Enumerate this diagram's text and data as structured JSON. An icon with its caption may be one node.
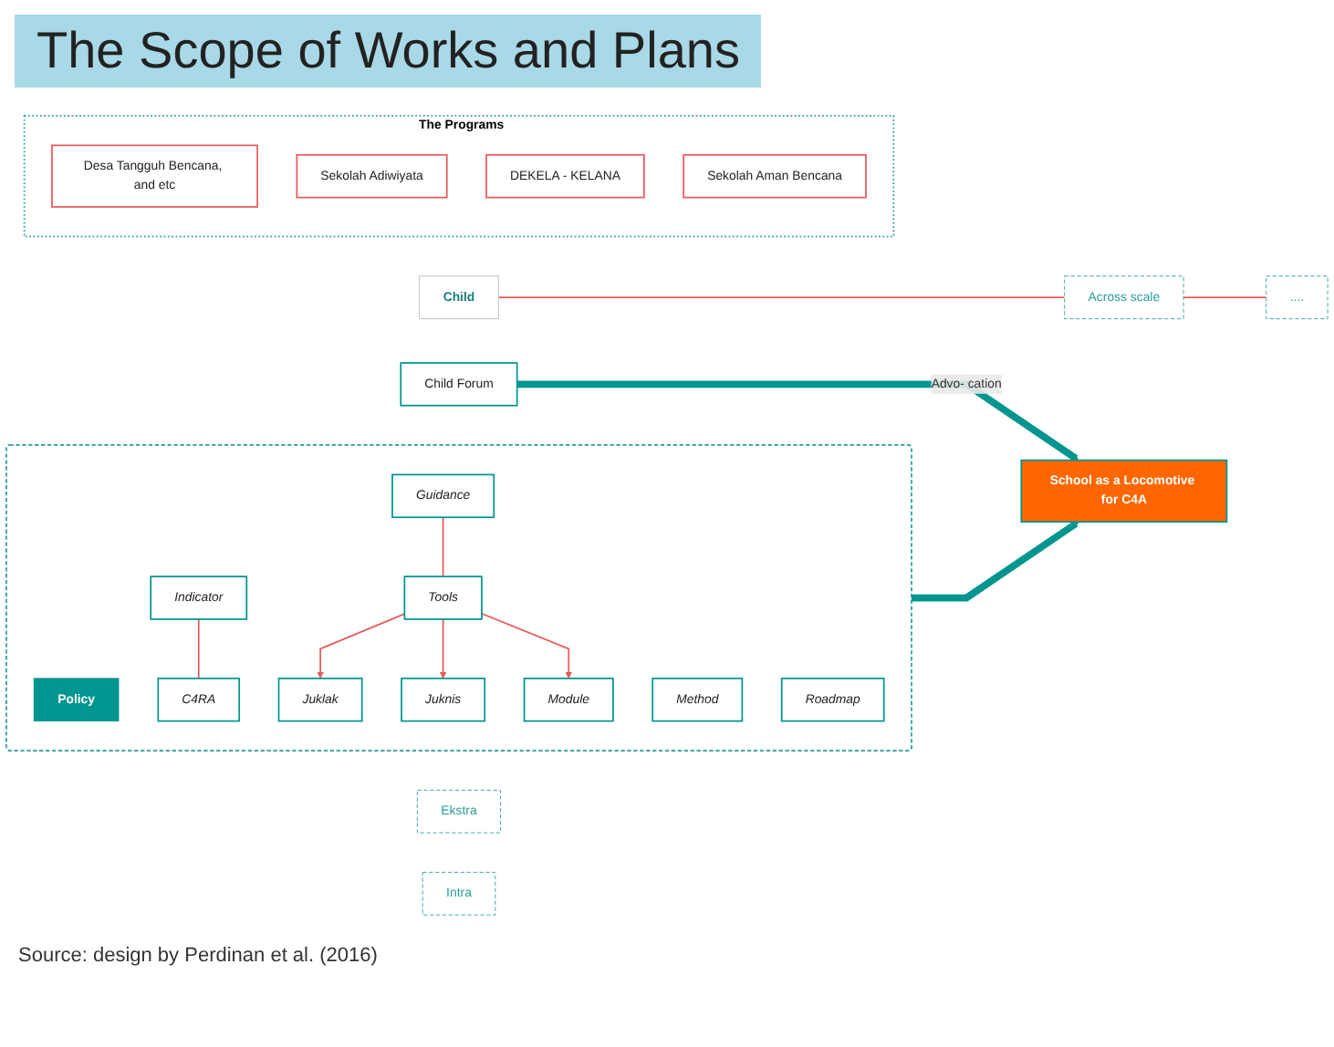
{
  "diagram": {
    "title": "The Scope of Works and Plans",
    "caption": "Source: design by Perdinan et al. (2016)",
    "nodes": [
      {
        "text": [],
        "shape": "box"
      },
      {
        "text": [
          "Child"
        ]
      },
      {
        "text": [
          "Across scale"
        ]
      },
      {
        "text": [
          "...."
        ]
      },
      {
        "text": [
          "Policy"
        ],
        "in": 0
      },
      {
        "text": [
          "Method"
        ],
        "in": 0
      },
      {
        "text": [
          "Indicator"
        ],
        "in": 0
      },
      {
        "text": [
          "C4RA"
        ],
        "in": 0
      },
      {
        "text": [
          "Guidance"
        ],
        "in": 0
      },
      {
        "text": [
          "Tools"
        ],
        "in": 0
      },
      {
        "text": [
          "Roadmap"
        ],
        "in": 0
      },
      {
        "text": [
          "Juklak"
        ],
        "in": 0
      },
      {
        "text": [
          "Juknis"
        ],
        "in": 0
      },
      {
        "text": [
          "Module"
        ],
        "in": 0
      },
      {
        "text": [
          "The Programs"
        ]
      },
      {
        "text": [
          "Desa Tangguh Bencana, and etc"
        ],
        "in": 14
      },
      {
        "text": [
          "Sekolah Adiwiyata"
        ],
        "in": 14
      },
      {
        "text": [
          "DEKELA - KELANA"
        ],
        "in": 14
      },
      {
        "text": [
          "Sekolah Aman Bencana"
        ],
        "in": 14
      },
      {
        "text": [
          "School as a Locomotive for C4A"
        ]
      },
      {
        "text": [
          "Child Forum"
        ]
      },
      {
        "text": [
          "Ekstra"
        ]
      },
      {
        "text": [
          "Intra"
        ]
      }
    ],
    "edges": [
      {
        "from": 1,
        "to": 2,
        "arrow": "none"
      },
      {
        "from": 2,
        "to": 3,
        "arrow": "none"
      },
      {
        "from": 6,
        "to": 7,
        "arrow": "none"
      },
      {
        "from": 8,
        "to": 9,
        "arrow": "none"
      },
      {
        "from": 9,
        "to": 11,
        "arrow": "to"
      },
      {
        "from": 9,
        "to": 12,
        "arrow": "to"
      },
      {
        "from": 9,
        "to": 13,
        "arrow": "to"
      },
      {
        "from": 0,
        "to": 19,
        "arrow": "to",
        "style": "thick",
        "color": "#00958f"
      },
      {
        "from": 20,
        "to": 19,
        "arrow": "to",
        "style": "thick",
        "color": "#00958f",
        "label": "Advo- cation"
      }
    ]
  }
}
